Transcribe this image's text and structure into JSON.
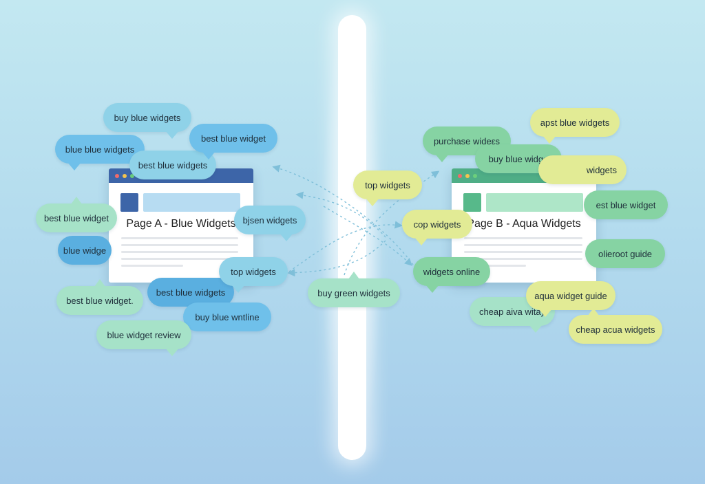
{
  "page_a": {
    "title": "Page A - Blue Widgets",
    "bar_color": "#3d65a8",
    "accent_square": "#3d65a8",
    "accent_bar": "#b7dcf2"
  },
  "page_b": {
    "title": "Page B - Aqua Widgets",
    "bar_color": "#4fae86",
    "accent_square": "#57b98a",
    "accent_bar": "#aee6c8"
  },
  "left_bubbles": [
    "buy blue widgets",
    "best blue widget",
    "blue blue widgets",
    "best blue widgets",
    "best blue widget",
    "bjsen widgets",
    "blue widge",
    "top widgets",
    "best blue widget.",
    "best blue widgets",
    "buy blue wntline",
    "blue widget review"
  ],
  "center_bubbles": [
    "top widgets",
    "cop widgets",
    "buy green widgets",
    "widgets online"
  ],
  "right_bubbles": [
    "apst blue widgets",
    "purchase wideεs",
    "buy blue widge",
    "widgets",
    "est blue widget",
    "olieroot guide",
    "aqua widget guide",
    "cheap aiva witay",
    "cheap acua widgets"
  ],
  "colors": {
    "dot_red": "#f06b6b",
    "dot_yellow": "#f4c44f",
    "dot_green": "#6ccf7c",
    "arrow": "#7fbfd9"
  }
}
